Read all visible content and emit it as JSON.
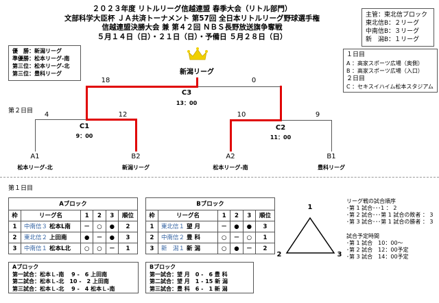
{
  "header": {
    "lines": [
      "２０２３年度 リトルリーグ信越連盟 春季大会（リトル部門）",
      "文部科学大臣杯 ＪＡ共済トーナメント 第57回 全日本リトルリーグ野球選手権",
      "信越連盟決勝大会 兼 第４２回 ＮＢＳ長野放送旗争奪戦",
      "５月１４日（日）・２１日（日）・予備日 ５月２８日（日）"
    ]
  },
  "ranking": [
    "優　勝：新潟リーグ",
    "準優勝：松本リーグ-南",
    "第三位：松本リーグ-北",
    "第三位：豊科リーグ"
  ],
  "organizer": [
    "主管：東北信ブロック",
    "東北信B：２リーグ",
    "中南信B：３リーグ",
    "新　潟B：１リーグ"
  ],
  "venues": [
    "１日目",
    "A ：高家スポーツ広場（奥側）",
    "B ：高家スポーツ広場（入口）",
    "２日目",
    "C ：セキスイハイム松本スタジアム"
  ],
  "champion": "新潟リーグ",
  "colors": {
    "winner_line": "#e00000",
    "crown": "#f0d000",
    "league_prefix": "#3060a0"
  },
  "day2_label": "第２日目",
  "day1_label": "第１日目",
  "bracket": {
    "final": {
      "code": "C3",
      "time": "13：00",
      "left_score": "18",
      "right_score": "0"
    },
    "semi1": {
      "code": "C1",
      "time": "9：00",
      "left_score": "4",
      "right_score": "12"
    },
    "semi2": {
      "code": "C2",
      "time": "11：00",
      "left_score": "10",
      "right_score": "9"
    },
    "leaves": [
      {
        "seed": "A1",
        "name": "松本リーグ-北"
      },
      {
        "seed": "B2",
        "name": "新潟リーグ"
      },
      {
        "seed": "A2",
        "name": "松本リーグ-南"
      },
      {
        "seed": "B1",
        "name": "豊科リーグ"
      }
    ]
  },
  "blocks": [
    {
      "title": "Aブロック",
      "headers": [
        "枠",
        "リーグ名",
        "1",
        "2",
        "3",
        "順位"
      ],
      "rows": [
        {
          "slot": "1",
          "prefix": "中南信３",
          "name": "松本L南",
          "r": [
            "－",
            "○",
            "●"
          ],
          "rank": "2"
        },
        {
          "slot": "2",
          "prefix": "東北信２",
          "name": "上田南",
          "r": [
            "●",
            "－",
            "●"
          ],
          "rank": "3"
        },
        {
          "slot": "3",
          "prefix": "中南信１",
          "name": "松本L北",
          "r": [
            "○",
            "○",
            "－"
          ],
          "rank": "1"
        }
      ],
      "results": [
        "Aブロック",
        "第一試合：松本Ｌ-南　 9 -　6 上田南",
        "第二試合：松本Ｌ-北　10 -　2 上田南",
        "第三試合：松本Ｌ-北　 9 -　4 松本Ｌ-南"
      ]
    },
    {
      "title": "Bブロック",
      "headers": [
        "枠",
        "リーグ名",
        "1",
        "2",
        "3",
        "順位"
      ],
      "rows": [
        {
          "slot": "1",
          "prefix": "東北信１",
          "name": "望 月",
          "r": [
            "－",
            "●",
            "●"
          ],
          "rank": "3"
        },
        {
          "slot": "2",
          "prefix": "中南信２",
          "name": "豊 科",
          "r": [
            "○",
            "－",
            "○"
          ],
          "rank": "1"
        },
        {
          "slot": "3",
          "prefix": "新　潟１",
          "name": "新 潟",
          "r": [
            "○",
            "●",
            "－"
          ],
          "rank": "2"
        }
      ],
      "results": [
        "Bブロック",
        "第一試合：望 月　0 -　6 豊 科",
        "第二試合：望 月　1 - 15 新 潟",
        "第三試合：豊 科　6 -　1 新 潟"
      ]
    }
  ],
  "triangle": {
    "labels": [
      "1",
      "2",
      "3"
    ]
  },
  "order": [
    "リーグ戦の試合順序",
    "･第 1 試合･･･1 ： 2",
    "･第 2 試合･･･第 1 試合の敗者 ： 3",
    "･第 3 試合･･･第 1 試合の勝者 ： 3"
  ],
  "schedule": [
    "試合予定時間",
    "･第 1 試合　10：00～",
    "･第 2 試合　12：00予定",
    "･第 3 試合　14：00予定"
  ]
}
